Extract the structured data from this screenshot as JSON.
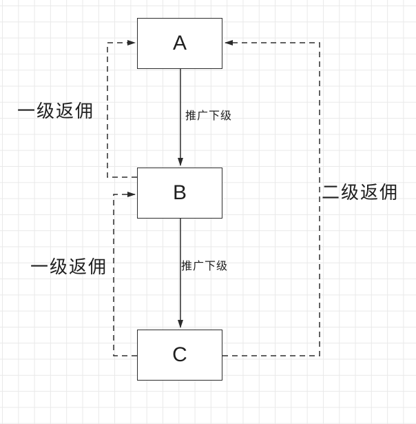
{
  "diagram": {
    "nodes": {
      "a": {
        "label": "A"
      },
      "b": {
        "label": "B"
      },
      "c": {
        "label": "C"
      }
    },
    "edge_labels": {
      "promote_a_b": "推广下级",
      "promote_b_c": "推广下级",
      "rebate_level1_b_a": "一级返佣",
      "rebate_level1_c_b": "一级返佣",
      "rebate_level2_c_a": "二级返佣"
    },
    "colors": {
      "stroke": "#2b2b2b",
      "node_fill": "#ffffff",
      "grid_line": "#e9e9e9",
      "canvas_background": "#ffffff",
      "text": "#1f1f1f"
    }
  }
}
